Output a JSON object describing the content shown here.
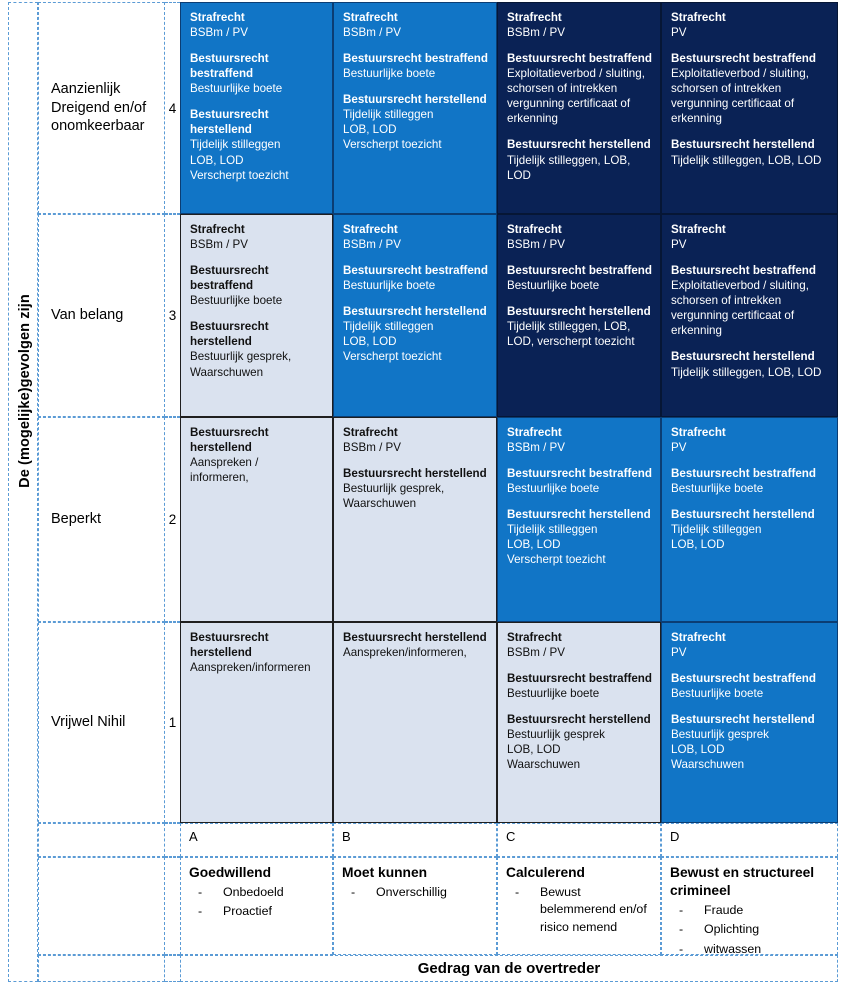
{
  "axis": {
    "y_label": "De (mogelijke)gevolgen zijn",
    "x_label": "Gedrag van de overtreder"
  },
  "severity_rows": [
    {
      "label": "Aanzienlijk Dreigend en/of onomkeerbaar",
      "number": "4"
    },
    {
      "label": "Van belang",
      "number": "3"
    },
    {
      "label": "Beperkt",
      "number": "2"
    },
    {
      "label": "Vrijwel Nihil",
      "number": "1"
    }
  ],
  "behaviour_columns": [
    {
      "letter": "A",
      "title": "Goedwillend",
      "bullets": [
        "Onbedoeld",
        "Proactief"
      ]
    },
    {
      "letter": "B",
      "title": "Moet kunnen",
      "bullets": [
        "Onverschillig"
      ]
    },
    {
      "letter": "C",
      "title": "Calculerend",
      "bullets": [
        "Bewust belemmerend en/of risico nemend"
      ]
    },
    {
      "letter": "D",
      "title": "Bewust en structureel crimineel",
      "bullets": [
        "Fraude",
        "Oplichting",
        "witwassen"
      ]
    }
  ],
  "colors": {
    "mid_blue": "#1175C6",
    "dark_navy": "#0A2255",
    "light_blue": "#DAE2EF",
    "grid_dash": "#5B9BD5"
  },
  "cells": {
    "A4": {
      "fill": "mid",
      "blocks": [
        {
          "head": "Strafrecht",
          "body": "BSBm /  PV"
        },
        {
          "head": "Bestuursrecht bestraffend",
          "body": "Bestuurlijke boete"
        },
        {
          "head": "Bestuursrecht herstellend",
          "body": "Tijdelijk stilleggen\nLOB, LOD\nVerscherpt toezicht"
        }
      ]
    },
    "B4": {
      "fill": "mid",
      "blocks": [
        {
          "head": "Strafrecht",
          "body": "BSBm /  PV"
        },
        {
          "head": "Bestuursrecht bestraffend",
          "body": "Bestuurlijke boete"
        },
        {
          "head": "Bestuursrecht herstellend",
          "body": "Tijdelijk stilleggen\nLOB, LOD\nVerscherpt toezicht"
        }
      ]
    },
    "C4": {
      "fill": "dark",
      "blocks": [
        {
          "head": "Strafrecht",
          "body": "BSBm / PV"
        },
        {
          "head": "Bestuursrecht bestraffend",
          "body": "Exploitatieverbod / sluiting, schorsen of intrekken vergunning certificaat of erkenning"
        },
        {
          "head": "Bestuursrecht herstellend",
          "body": "Tijdelijk stilleggen, LOB, LOD"
        }
      ]
    },
    "D4": {
      "fill": "dark",
      "blocks": [
        {
          "head": "Strafrecht",
          "body": "PV"
        },
        {
          "head": "Bestuursrecht bestraffend",
          "body": "Exploitatieverbod / sluiting, schorsen of intrekken vergunning certificaat of erkenning"
        },
        {
          "head": "Bestuursrecht herstellend",
          "body": "Tijdelijk stilleggen, LOB, LOD"
        }
      ]
    },
    "A3": {
      "fill": "light",
      "blocks": [
        {
          "head": "Strafrecht",
          "body": "BSBm / PV"
        },
        {
          "head": "Bestuursrecht bestraffend",
          "body": "Bestuurlijke boete"
        },
        {
          "head": "Bestuursrecht herstellend",
          "body": "Bestuurlijk  gesprek,\nWaarschuwen"
        }
      ]
    },
    "B3": {
      "fill": "mid",
      "blocks": [
        {
          "head": "Strafrecht",
          "body": "BSBm /  PV"
        },
        {
          "head": "Bestuursrecht bestraffend",
          "body": "Bestuurlijke boete"
        },
        {
          "head": "Bestuursrecht herstellend",
          "body": "Tijdelijk stilleggen\nLOB, LOD\nVerscherpt toezicht"
        }
      ]
    },
    "C3": {
      "fill": "dark",
      "blocks": [
        {
          "head": "Strafrecht",
          "body": "BSBm / PV"
        },
        {
          "head": "Bestuursrecht bestraffend",
          "body": "Bestuurlijke boete"
        },
        {
          "head": "Bestuursrecht herstellend",
          "body": "Tijdelijk stilleggen, LOB, LOD, verscherpt toezicht"
        }
      ]
    },
    "D3": {
      "fill": "dark",
      "blocks": [
        {
          "head": "Strafrecht",
          "body": "PV"
        },
        {
          "head": "Bestuursrecht bestraffend",
          "body": "Exploitatieverbod / sluiting, schorsen of intrekken vergunning certificaat of erkenning"
        },
        {
          "head": "Bestuursrecht herstellend",
          "body": "Tijdelijk stilleggen, LOB, LOD"
        }
      ]
    },
    "A2": {
      "fill": "light",
      "blocks": [
        {
          "head": "Bestuursrecht herstellend",
          "body": "Aanspreken /\ninformeren,"
        }
      ]
    },
    "B2": {
      "fill": "light",
      "blocks": [
        {
          "head": "Strafrecht",
          "body": "BSBm / PV"
        },
        {
          "head": "Bestuursrecht herstellend",
          "body": "Bestuurlijk gesprek,\nWaarschuwen"
        }
      ]
    },
    "C2": {
      "fill": "mid",
      "blocks": [
        {
          "head": "Strafrecht",
          "body": "BSBm /  PV"
        },
        {
          "head": "Bestuursrecht bestraffend",
          "body": "Bestuurlijke boete"
        },
        {
          "head": "Bestuursrecht herstellend",
          "body": "Tijdelijk stilleggen\nLOB, LOD\nVerscherpt toezicht"
        }
      ]
    },
    "D2": {
      "fill": "mid",
      "blocks": [
        {
          "head": "Strafrecht",
          "body": "PV"
        },
        {
          "head": "Bestuursrecht bestraffend",
          "body": "Bestuurlijke boete"
        },
        {
          "head": "Bestuursrecht herstellend",
          "body": "Tijdelijk stilleggen\nLOB, LOD"
        }
      ]
    },
    "A1": {
      "fill": "light",
      "blocks": [
        {
          "head": "Bestuursrecht herstellend",
          "body": "Aanspreken/informeren"
        }
      ]
    },
    "B1": {
      "fill": "light",
      "blocks": [
        {
          "head": "Bestuursrecht herstellend",
          "body": "Aanspreken/informeren,"
        }
      ]
    },
    "C1": {
      "fill": "light",
      "blocks": [
        {
          "head": "Strafrecht",
          "body": "BSBm / PV"
        },
        {
          "head": "Bestuursrecht bestraffend",
          "body": "Bestuurlijke boete"
        },
        {
          "head": "Bestuursrecht herstellend",
          "body": "Bestuurlijk gesprek\nLOB, LOD\nWaarschuwen"
        }
      ]
    },
    "D1": {
      "fill": "mid",
      "blocks": [
        {
          "head": "Strafrecht",
          "body": "PV"
        },
        {
          "head": "Bestuursrecht bestraffend",
          "body": "Bestuurlijke boete"
        },
        {
          "head": "Bestuursrecht herstellend",
          "body": "Bestuurlijk gesprek\nLOB, LOD\nWaarschuwen"
        }
      ]
    }
  }
}
